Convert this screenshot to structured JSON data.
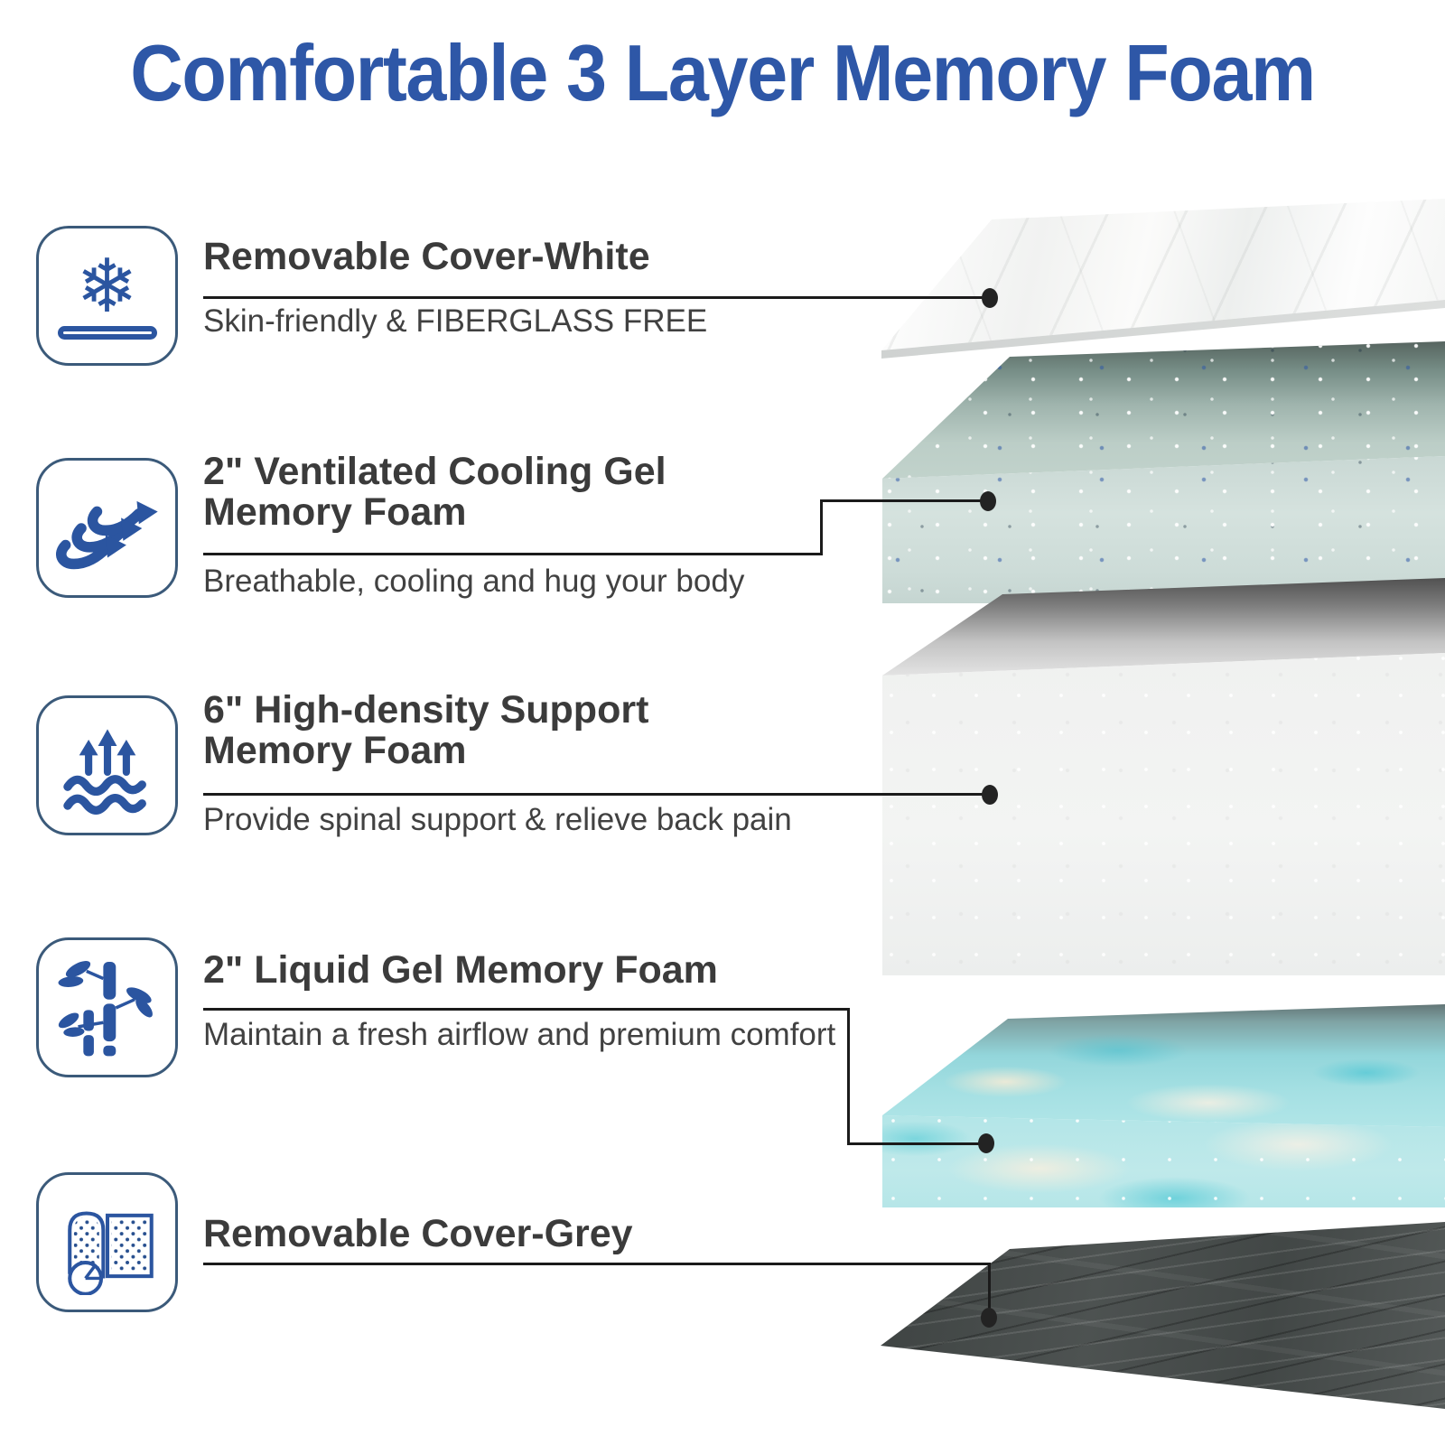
{
  "page": {
    "title": "Comfortable 3 Layer Memory Foam"
  },
  "colors": {
    "title_blue": "#2e57a7",
    "icon_blue": "#2b55a0",
    "icon_box_border": "#3b5a7a",
    "heading_text": "#3b3b3b",
    "connector_line": "#1b1b1b",
    "cooling_gel_foam": "#cfdeda",
    "support_foam": "#f1f2f1",
    "liquid_gel_foam": "#aee3e6",
    "grey_cover": "#4a4f4e"
  },
  "icons": {
    "snowflake_glyph": "❄"
  },
  "features": [
    {
      "icon": "snowflake-cover-icon",
      "title_lines": [
        "Removable Cover-White"
      ],
      "subtitle": "Skin-friendly & FIBERGLASS FREE"
    },
    {
      "icon": "airflow-icon",
      "title_lines": [
        "2\" Ventilated Cooling Gel",
        "Memory Foam"
      ],
      "subtitle": "Breathable, cooling and hug your body"
    },
    {
      "icon": "support-arrows-icon",
      "title_lines": [
        "6\" High-density Support",
        "Memory Foam"
      ],
      "subtitle": "Provide spinal support & relieve back pain"
    },
    {
      "icon": "bamboo-icon",
      "title_lines": [
        "2\" Liquid Gel Memory Foam"
      ],
      "subtitle": "Maintain a fresh airflow and premium comfort"
    },
    {
      "icon": "rolled-cover-icon",
      "title_lines": [
        "Removable Cover-Grey"
      ]
    }
  ],
  "layers": [
    {
      "name": "removable-cover-white",
      "fill": "#f4f5f4"
    },
    {
      "name": "ventilated-cooling-gel-foam",
      "fill": "#cfdeda"
    },
    {
      "name": "high-density-support-foam",
      "fill": "#f1f2f1"
    },
    {
      "name": "liquid-gel-memory-foam",
      "fill": "#aee3e6"
    },
    {
      "name": "removable-cover-grey",
      "fill": "#4a4f4e"
    }
  ]
}
